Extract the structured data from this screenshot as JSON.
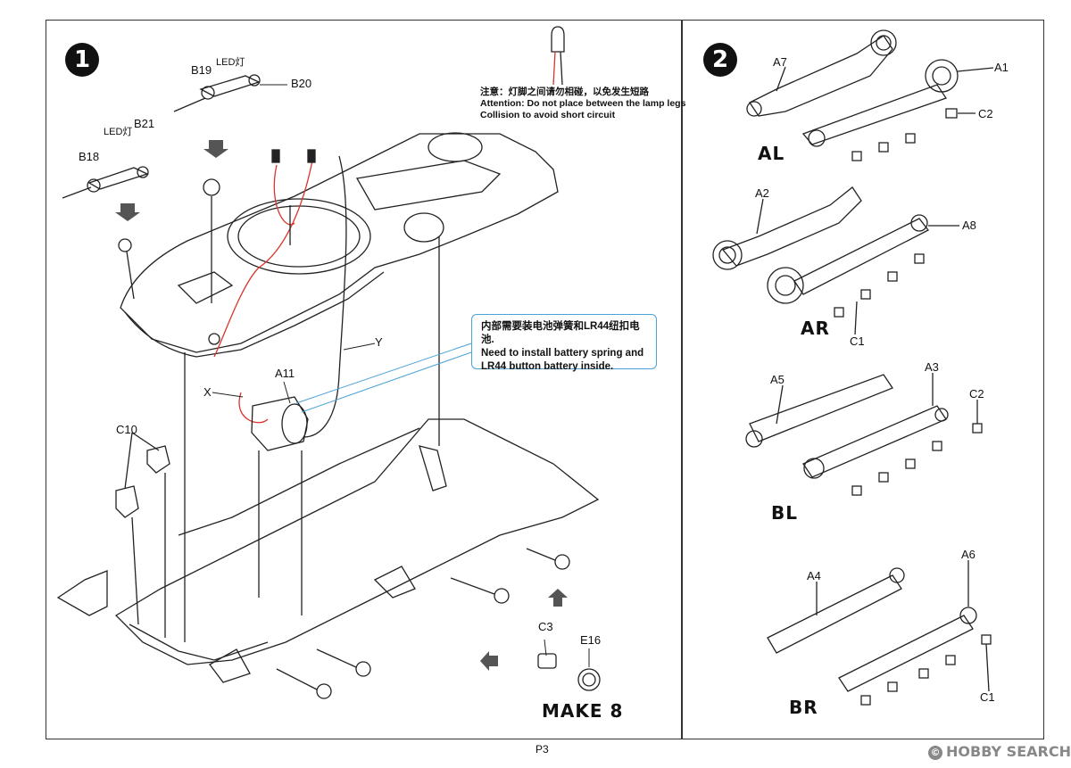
{
  "step1": {
    "number": "1",
    "labels": {
      "b19": "B19",
      "led_top": "LED灯",
      "b20": "B20",
      "b21": "B21",
      "led_left": "LED灯",
      "b18": "B18",
      "a11": "A11",
      "x": "X",
      "y": "Y",
      "c10": "C10",
      "c3": "C3",
      "e16": "E16"
    },
    "make": "MAKE 8",
    "note_cn": "注意：灯脚之间请勿相碰，以免发生短路",
    "note_en_1": "Attention: Do not place between the lamp legs",
    "note_en_2": "Collision to avoid short circuit",
    "callout_cn": "内部需要装电池弹簧和LR44纽扣电池.",
    "callout_en_1": "Need to install battery spring and",
    "callout_en_2": "LR44 button battery inside."
  },
  "step2": {
    "number": "2",
    "al": {
      "title": "AL",
      "a7": "A7",
      "a1": "A1",
      "c2": "C2"
    },
    "ar": {
      "title": "AR",
      "a2": "A2",
      "a8": "A8",
      "c1": "C1"
    },
    "bl": {
      "title": "BL",
      "a5": "A5",
      "a3": "A3",
      "c2": "C2"
    },
    "br": {
      "title": "BR",
      "a4": "A4",
      "a6": "A6",
      "c1": "C1"
    }
  },
  "page_number": "P3",
  "watermark": "HOBBY SEARCH",
  "watermark_mark": "©",
  "colors": {
    "line": "#222222",
    "wire_red": "#d9342b",
    "callout_border": "#4aa3d8",
    "arrow_fill": "#555555"
  }
}
